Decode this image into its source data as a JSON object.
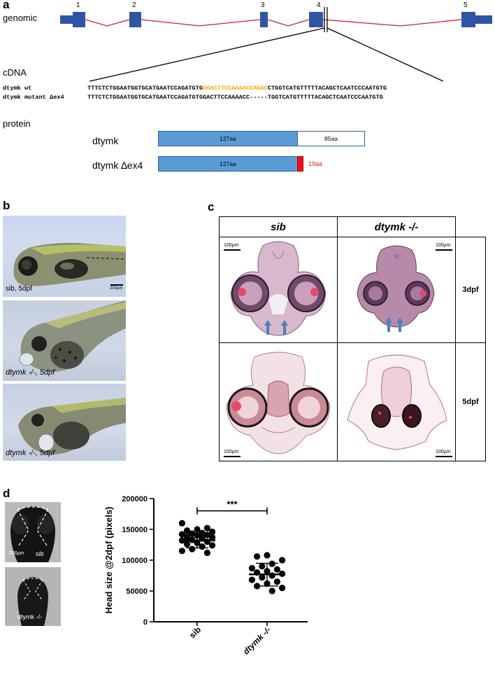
{
  "panel_a": {
    "label": "a",
    "genomic_label": "genomic",
    "exons": [
      "1",
      "2",
      "3",
      "4",
      "5"
    ],
    "cdna_label": "cDNA",
    "wt_name": "dtymk wt",
    "wt_pre": "TTTCTCTGGAATGGTGCATGAATCCAGATGTG",
    "wt_hl": "GGACTTCCAAAACCAGAC",
    "wt_post": "CTGGTCATGTTTTTACAGCTCAATCCCAATGTG",
    "mut_name": "dtymk mutant Δex4",
    "mut_seq": "TTTCTCTGGAATGGTGCATGAATCCAGATGTGGACTTCCAAAACC-----TGGTCATGTTTTTACAGCTCAATCCCAATGTG",
    "protein_label": "protein",
    "prot_wt_name": "dtymk",
    "prot_wt_a": "127aa",
    "prot_wt_b": "85aa",
    "prot_mut_name": "dtymk ∆ex4",
    "prot_mut_a": "127aa",
    "prot_mut_b": "19aa",
    "colors": {
      "exon": "#2f55a4",
      "intron": "#d0202a",
      "bar_fill": "#5b9bd5",
      "bar_edge": "#2e5f99",
      "mut_red": "#e8121c",
      "highlight": "#f5a800"
    }
  },
  "panel_b": {
    "label": "b",
    "captions": [
      "sib, 5dpf",
      "dtymk -/-, 5dpf",
      "dtymk -/-, 5dpf"
    ],
    "scale": "200µm"
  },
  "panel_c": {
    "label": "c",
    "col_headers": [
      "sib",
      "dtymk -/-"
    ],
    "row_headers": [
      "3dpf",
      "5dpf"
    ],
    "scale": "100µm"
  },
  "panel_d": {
    "label": "d",
    "img_labels": [
      "sib",
      "dtymk -/-"
    ],
    "img_scale": "200µm"
  },
  "chart_data": {
    "type": "scatter",
    "ylabel": "Head size @2dpf (pixels)",
    "categories": [
      "sib",
      "dtymk -/-"
    ],
    "yticks": [
      0,
      50000,
      100000,
      150000,
      200000
    ],
    "ylim": [
      0,
      200000
    ],
    "significance": "***",
    "series": [
      {
        "category": "sib",
        "mean": 132000,
        "sd_low": 120000,
        "sd_high": 144000,
        "values": [
          160000,
          152000,
          150000,
          148000,
          146000,
          144000,
          143000,
          142000,
          141000,
          140000,
          138000,
          137000,
          135000,
          133000,
          132000,
          130000,
          128000,
          126000,
          124000,
          122000,
          118000,
          115000,
          112000
        ]
      },
      {
        "category": "dtymk -/-",
        "mean": 77000,
        "sd_low": 58000,
        "sd_high": 95000,
        "values": [
          108000,
          106000,
          100000,
          94000,
          90000,
          87000,
          85000,
          82000,
          80000,
          78000,
          75000,
          72000,
          68000,
          65000,
          62000,
          58000,
          55000,
          50000
        ]
      }
    ]
  }
}
